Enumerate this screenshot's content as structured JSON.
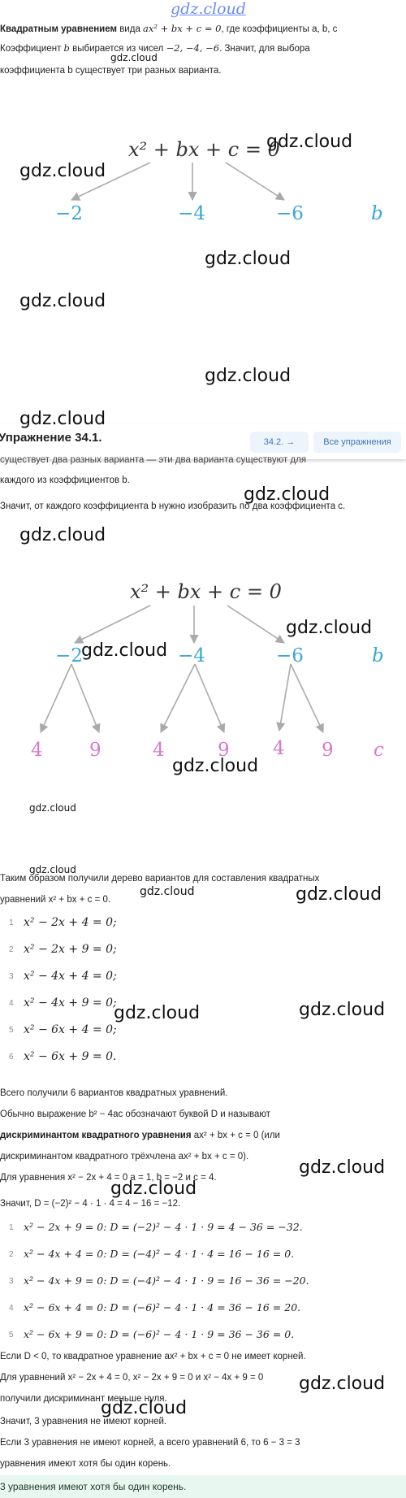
{
  "watermark": "gdz.cloud",
  "intro": {
    "line1_bold": "Квадратным уравнением",
    "line1_pre": " вида ",
    "line1_eq": "ax² + bx + c = 0",
    "line1_post": ", где коэффициенты a,  b,  c",
    "line2_pre": "Коэффициент ",
    "line2_b": "b",
    "line2_mid": " выбирается из чисел ",
    "line2_nums": "−2,  −4,  −6",
    "line2_post": ". Значит, для выбора",
    "line3": "коэффициента b существует три разных варианта."
  },
  "tree1": {
    "root": "x² + bx + c = 0",
    "nodes": [
      "−2",
      "−4",
      "−6"
    ],
    "level_label": "b"
  },
  "nav": {
    "title": "Упражнение 34.1.",
    "next_label": "34.2. →",
    "all_label": "Все упражнения"
  },
  "section2": {
    "line1": "существует два разных варианта — эти два варианта существуют для",
    "line2": "каждого из коэффициентов b.",
    "line3": "Значит, от каждого коэффициента b нужно изобразить по два коэффициента c."
  },
  "tree2": {
    "root": "x² + bx + c = 0",
    "b_nodes": [
      "−2",
      "−4",
      "−6"
    ],
    "b_label": "b",
    "c_nodes": [
      "4",
      "9",
      "4",
      "9",
      "4",
      "9"
    ],
    "c_label": "c"
  },
  "summary": {
    "line1": "Таким образом получили дерево вариантов для составления квадратных",
    "line2": "уравнений x² + bx + c = 0."
  },
  "equations": [
    {
      "num": "1",
      "eq": "x² − 2x + 4 = 0;"
    },
    {
      "num": "2",
      "eq": "x² − 2x + 9 = 0;"
    },
    {
      "num": "3",
      "eq": "x² − 4x + 4 = 0;"
    },
    {
      "num": "4",
      "eq": "x² − 4x + 9 = 0;"
    },
    {
      "num": "5",
      "eq": "x² − 6x + 4 = 0;"
    },
    {
      "num": "6",
      "eq": "x² − 6x + 9 = 0."
    }
  ],
  "discriminant_text": {
    "l1": "Всего получили 6 вариантов квадратных уравнений.",
    "l2": "Обычно выражение b² − 4ac обозначают буквой D и называют",
    "l3_bold": "дискриминантом квадратного уравнения",
    "l3_rest": " ax² + bx + c = 0 (или",
    "l4": "дискриминантом квадратного трёхчлена ax² + bx + c = 0).",
    "l5": "Для уравнения x² − 2x + 4 = 0 a = 1, b = −2 и c = 4.",
    "l6": "Значит, D = (−2)² − 4 · 1 · 4 = 4 − 16 = −12."
  },
  "d_list": [
    {
      "num": "1",
      "eq": "x² − 2x + 9 = 0: D = (−2)² − 4 · 1 · 9 = 4 − 36 = −32."
    },
    {
      "num": "2",
      "eq": "x² − 4x + 4 = 0: D = (−4)² − 4 · 1 · 4 = 16 − 16 = 0."
    },
    {
      "num": "3",
      "eq": "x² − 4x + 9 = 0: D = (−4)² − 4 · 1 · 9 = 16 − 36 = −20."
    },
    {
      "num": "4",
      "eq": "x² − 6x + 4 = 0: D = (−6)² − 4 · 1 · 4 = 36 − 16 = 20."
    },
    {
      "num": "5",
      "eq": "x² − 6x + 9 = 0: D = (−6)² − 4 · 1 · 9 = 36 − 36 = 0."
    }
  ],
  "conclusion": {
    "l1": "Если D < 0, то квадратное уравнение ax² + bx + c = 0 не имеет корней.",
    "l2": "Для уравнений x² − 2x + 4 = 0, x² − 2x + 9 = 0 и x² − 4x + 9 = 0",
    "l3": "получили дискриминант меньше нуля.",
    "l4": "Значит, 3 уравнения не имеют корней.",
    "l5": "Если 3 уравнения не имеют корней, а всего уравнений 6, то 6 − 3 = 3",
    "l6": "уравнения имеют хотя бы один корень."
  },
  "result": "3 уравнения имеют хотя бы один корень.",
  "colors": {
    "b_nodes": "#3aa6d8",
    "c_nodes": "#d977d0",
    "result_bg": "#e8f7ef"
  }
}
